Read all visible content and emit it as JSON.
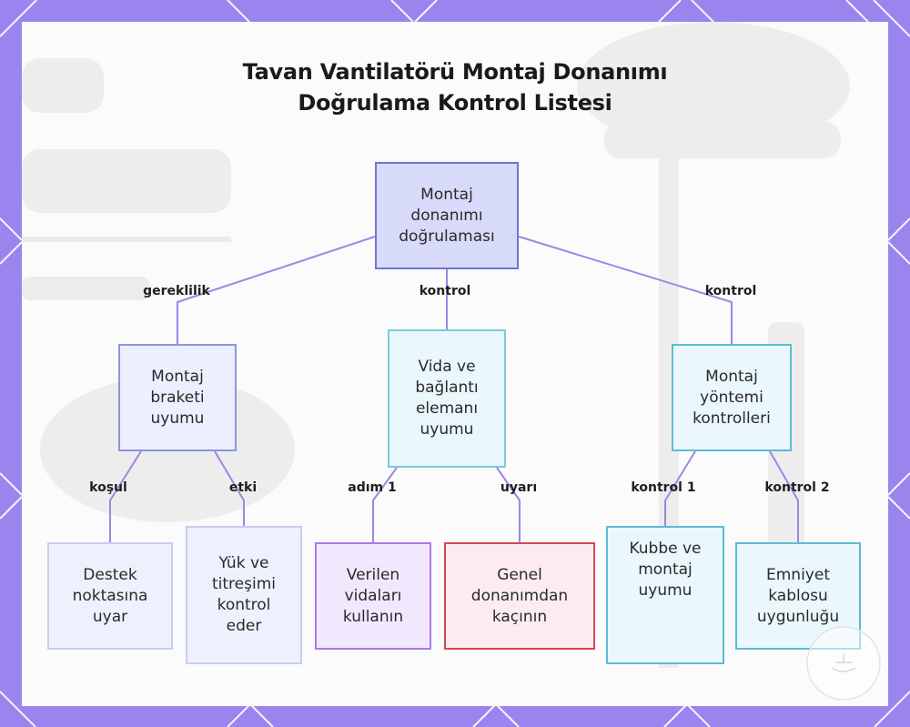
{
  "title": {
    "line1": "Tavan Vantilatörü Montaj Donanımı",
    "line2": "Doğrulama Kontrol Listesi"
  },
  "nodes": {
    "root": [
      "Montaj",
      "donanımı",
      "doğrulaması"
    ],
    "bracket": [
      "Montaj",
      "braketi",
      "uyumu"
    ],
    "screws": [
      "Vida ve",
      "bağlantı",
      "elemanı",
      "uyumu"
    ],
    "method": [
      "Montaj",
      "yöntemi",
      "kontrolleri"
    ],
    "support": [
      "Destek",
      "noktasına",
      "uyar"
    ],
    "load": [
      "Yük ve",
      "titreşimi",
      "kontrol",
      "eder"
    ],
    "given": [
      "Verilen",
      "vidaları",
      "kullanın"
    ],
    "general": [
      "Genel",
      "donanımdan",
      "kaçının"
    ],
    "dome": [
      "Kubbe ve",
      "montaj",
      "uyumu"
    ],
    "cable": [
      "Emniyet",
      "kablosu",
      "uygunluğu"
    ]
  },
  "edge_labels": {
    "requirement": "gereklilik",
    "control_mid": "kontrol",
    "control_right": "kontrol",
    "condition": "koşul",
    "effect": "etki",
    "step1": "adım 1",
    "warning": "uyarı",
    "check1": "kontrol 1",
    "check2": "kontrol 2"
  },
  "colors": {
    "frame": "#9a85ee",
    "edge": "#9f86e3",
    "root_fill": "#d8dafa",
    "warning_border": "#d0495a"
  },
  "icons": [
    "diamond-frame-pattern",
    "watermark-badge-icon"
  ]
}
